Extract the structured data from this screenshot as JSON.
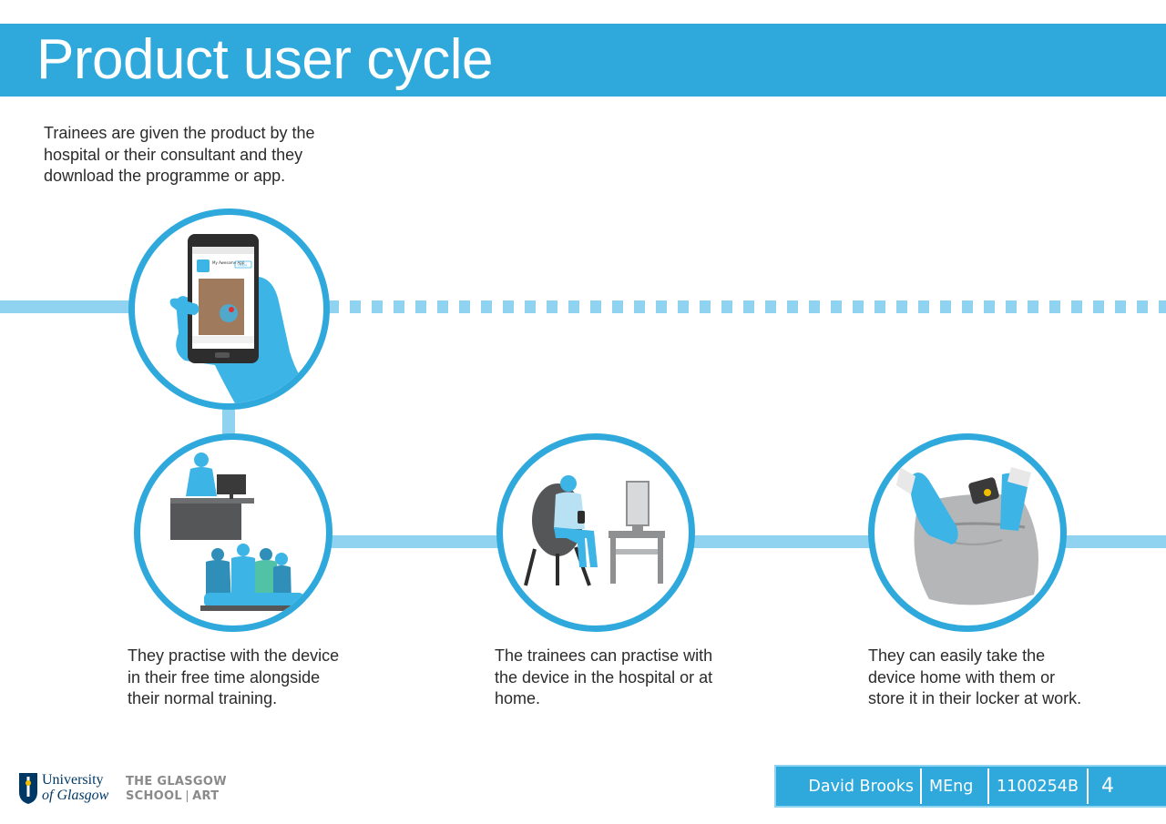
{
  "header": {
    "title": "Product user cycle"
  },
  "steps": {
    "intro": "Trainees are given the product by the hospital or their consultant and they download the programme or app.",
    "practise_free_time": "They practise with the device in their free time alongside their normal training.",
    "practise_location": "The trainees can practise with the device in the hospital or at home.",
    "take_home": "They can easily take the device home with them or store it in their locker at work."
  },
  "phone_screen": {
    "app_name": "My Awesome App",
    "button": "OPEN"
  },
  "footer": {
    "university_line1": "University",
    "university_line2": "of Glasgow",
    "gsa_line1": "THE GLASGOW",
    "gsa_line2": "SCHOOL❘ART",
    "author": "David Brooks",
    "course": "MEng",
    "student_id": "1100254B",
    "page_number": "4"
  },
  "colors": {
    "accent": "#2fa9dc",
    "accent_light": "#8fd3f1",
    "illustration_blue": "#3cb4e6",
    "illustration_grey": "#6d6e70"
  },
  "icons": [
    "smartphone-hand-icon",
    "clinician-desk-icon",
    "surgical-team-icon",
    "seated-trainee-icon",
    "bag-device-icon",
    "university-crest-icon"
  ]
}
